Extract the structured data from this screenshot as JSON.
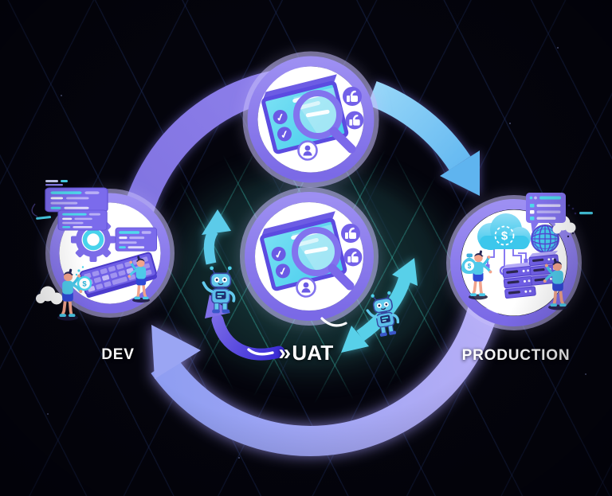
{
  "diagram": {
    "stages": [
      {
        "id": "dev",
        "label": "DEV",
        "icons": [
          "gear",
          "keyboard",
          "code-card",
          "developer-figures",
          "dollar-coin"
        ]
      },
      {
        "id": "uat",
        "label": "UAT",
        "chevrons": "»",
        "icons": [
          "review-screen",
          "magnifier",
          "check",
          "thumbs-up",
          "person-badge"
        ]
      },
      {
        "id": "production",
        "label": "PRODUCTION",
        "icons": [
          "cloud-dollar",
          "globe",
          "server-stack",
          "money-bag",
          "operator-figures",
          "speech-card"
        ]
      }
    ],
    "top_node_icons": [
      "review-screen",
      "magnifier",
      "check",
      "thumbs-up",
      "person-badge"
    ],
    "mascots": [
      "robot-on-arrow",
      "robot-on-bidirectional-arrow"
    ],
    "icons": {
      "check": "✓",
      "chevrons": "»",
      "dollar": "$",
      "thumbs_up": "thumb-shape",
      "person": "person-silhouette",
      "magnifier": "magnifying-glass",
      "gear": "gear-wheel",
      "keyboard": "keyboard",
      "cloud_dollar": "cloud-with-dollar",
      "globe": "globe-grid",
      "server": "server-stack",
      "money_bag": "money-bag",
      "robot": "robot-mascot"
    },
    "colors": {
      "background": "#04040c",
      "ring_purple": "#8476e4",
      "ring_lavender": "#b6aef6",
      "arrow_sky_blue": "#77c4f4",
      "arrow_cyan": "#58cfe9",
      "swoosh_indigo": "#3a2bd6",
      "node_ring_purple": "#8b7cf0",
      "node_fill": "#ffffff",
      "accent_cyan": "#4fd9ec",
      "accent_purple": "#7b6bec",
      "screen_cyan": "#55d7ee",
      "label_text": "#ffffff",
      "grid_blue": "#2c4489",
      "grid_teal": "#3ec8b9"
    }
  }
}
